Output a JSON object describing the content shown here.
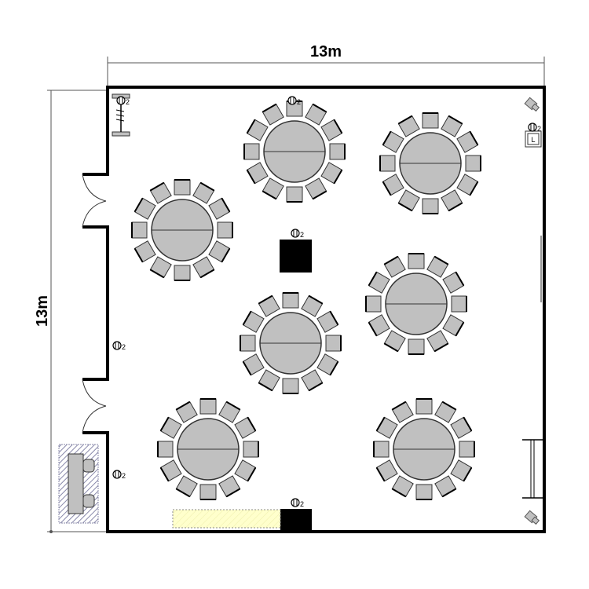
{
  "dimensions": {
    "width_label": "13m",
    "height_label": "13m"
  },
  "tables": {
    "count": 7,
    "chairs_per_table": 12
  },
  "outlet_label": "2",
  "lectern_label": "L",
  "colors": {
    "wall": "#000000",
    "furniture": "#c0c0c0",
    "stage": "#ffffcc",
    "hatch": "#8888aa"
  }
}
